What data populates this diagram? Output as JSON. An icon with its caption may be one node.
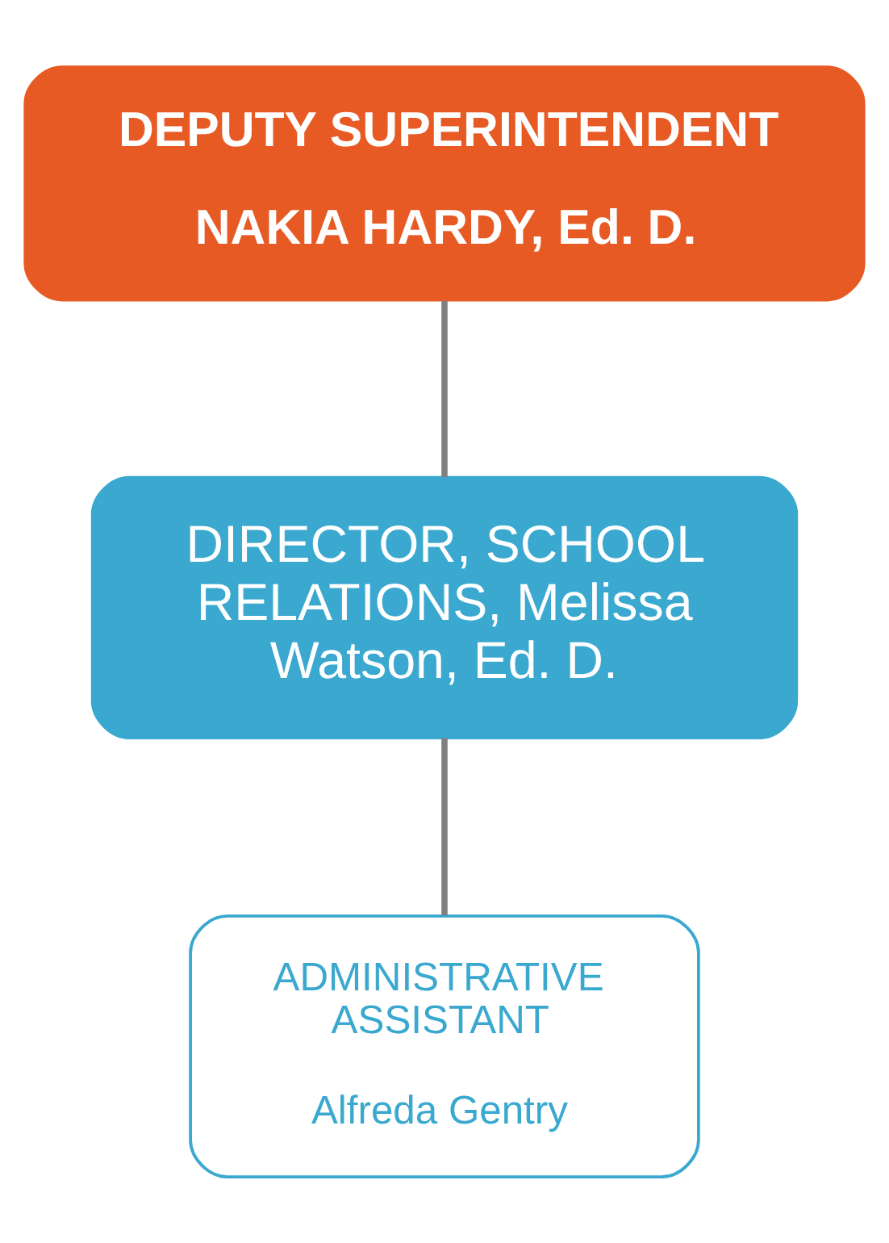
{
  "diagram": {
    "nodes": [
      {
        "text": [
          "DEPUTY SUPERINTENDENT",
          "NAKIA HARDY, Ed. D."
        ]
      },
      {
        "text": [
          "DIRECTOR, SCHOOL RELATIONS, Melissa Watson, Ed. D."
        ]
      },
      {
        "text": [
          "ADMINISTRATIVE ASSISTANT",
          "Alfreda Gentry"
        ]
      }
    ],
    "edges": [
      {
        "from": 0,
        "to": 1,
        "arrow": "none"
      },
      {
        "from": 1,
        "to": 2,
        "arrow": "none"
      }
    ]
  }
}
